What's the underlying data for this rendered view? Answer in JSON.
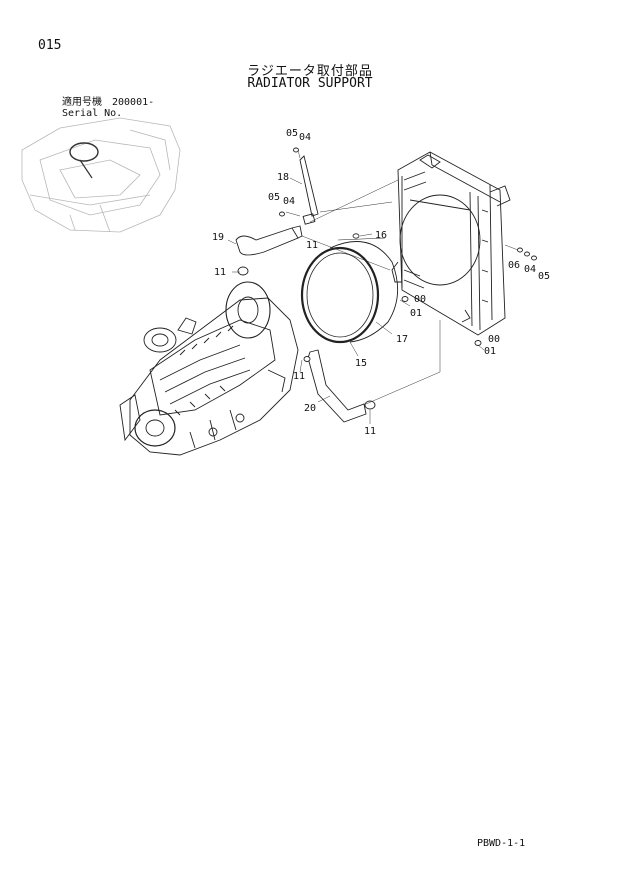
{
  "page": {
    "number": "015",
    "title_jp": "ラジエータ取付部品",
    "title_en": "RADIATOR SUPPORT",
    "serial_label_jp": "適用号機",
    "serial_value": "200001-",
    "serial_label_en": "Serial No.",
    "footer_code": "PBWD-1-1"
  },
  "callouts": [
    {
      "id": "c05a",
      "text": "05"
    },
    {
      "id": "c04a",
      "text": "04"
    },
    {
      "id": "c18",
      "text": "18"
    },
    {
      "id": "c05b",
      "text": "05"
    },
    {
      "id": "c04b",
      "text": "04"
    },
    {
      "id": "c19",
      "text": "19"
    },
    {
      "id": "c11a",
      "text": "11"
    },
    {
      "id": "c11b",
      "text": "11"
    },
    {
      "id": "c16",
      "text": "16"
    },
    {
      "id": "c06",
      "text": "06"
    },
    {
      "id": "c04c",
      "text": "04"
    },
    {
      "id": "c05c",
      "text": "05"
    },
    {
      "id": "c00a",
      "text": "00"
    },
    {
      "id": "c01a",
      "text": "01"
    },
    {
      "id": "c17",
      "text": "17"
    },
    {
      "id": "c00b",
      "text": "00"
    },
    {
      "id": "c01b",
      "text": "01"
    },
    {
      "id": "c15",
      "text": "15"
    },
    {
      "id": "c11c",
      "text": "11"
    },
    {
      "id": "c20",
      "text": "20"
    },
    {
      "id": "c11d",
      "text": "11"
    }
  ]
}
